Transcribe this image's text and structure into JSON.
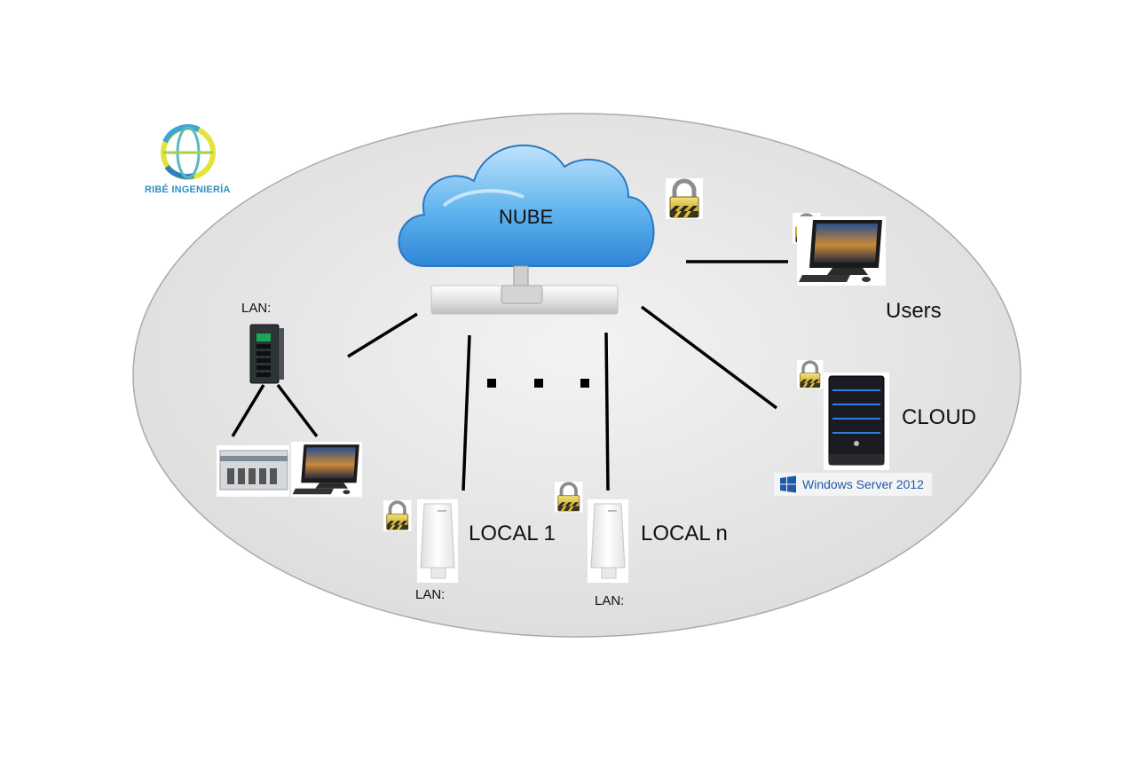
{
  "brand": {
    "logo_text": "RIBÉ INGENIERÍA"
  },
  "nodes": {
    "cloud": "NUBE",
    "users": "Users",
    "server": "CLOUD",
    "local_1": "LOCAL 1",
    "local_n": "LOCAL n"
  },
  "lan_labels": {
    "left": "LAN:",
    "local_1": "LAN:",
    "local_n": "LAN:"
  },
  "server_badge": "Windows Server 2012",
  "colors": {
    "ellipse_fill": "#e6e6e6",
    "cloud_blue": "#4aa6e8",
    "link_line": "#000000",
    "lock_gold": "#c9a227",
    "windows_blue": "#1f5aa8",
    "logo_blue": "#2f8fc0",
    "logo_yellow": "#e3e43a",
    "server_led_blue": "#2f7fe0"
  },
  "icons": [
    "globe-logo-icon",
    "cloud-icon",
    "lock-icon",
    "desktop-computer-icon",
    "network-switch-icon",
    "din-rail-module-icon",
    "wireless-access-point-icon",
    "tower-server-icon",
    "windows-logo-icon"
  ]
}
